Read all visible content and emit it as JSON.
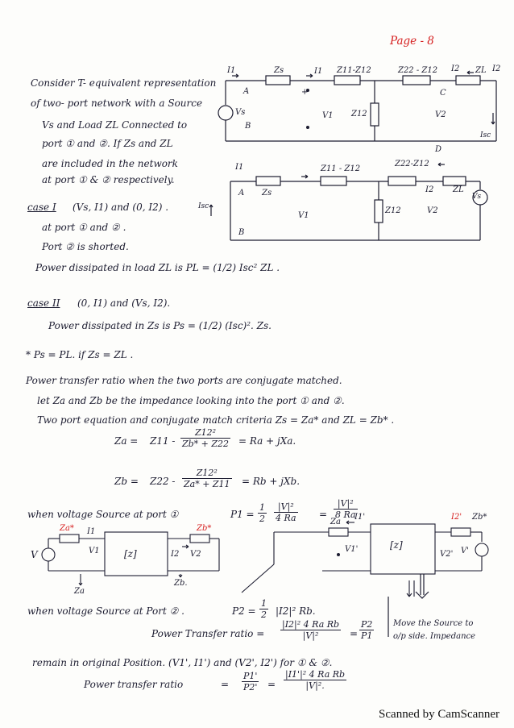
{
  "page_label": "Page - 8",
  "footer": "Scanned by CamScanner",
  "intro": {
    "l1": "Consider T- equivalent representation",
    "l2": "of two- port network with a Source",
    "l3": "Vs and Load ZL Connected to",
    "l4": "port ① and ②. If Zs and ZL",
    "l5": "are included in the network",
    "l6": "at port ① & ② respectively."
  },
  "circuit1": {
    "I1": "I1",
    "Zs": "Zs",
    "I1b": "I1",
    "Z11mZ12": "Z11-Z12",
    "Z22mZ12": "Z22 - Z12",
    "I2": "I2",
    "ZL": "ZL",
    "I2b": "I2",
    "A": "A",
    "Vs": "Vs",
    "B": "B",
    "V1": "V1",
    "Z12": "Z12",
    "V2": "V2",
    "C": "C",
    "D": "D",
    "Isc": "Isc",
    "plus": "+"
  },
  "circuit2": {
    "I1": "I1",
    "A": "A",
    "Zs": "Zs",
    "Z11mZ12": "Z11 - Z12",
    "Z22mZ12": "Z22-Z12",
    "I2": "I2",
    "ZL": "ZL",
    "Z12": "Z12",
    "V1": "V1",
    "V2": "V2",
    "B": "B",
    "Vs": "Vs",
    "Isc": "Isc"
  },
  "case1": {
    "label": "case I",
    "text": "(Vs, I1) and (0, I2) .",
    "text2": "at port ① and ② .",
    "text3": "Port ② is shorted.",
    "power": "Power dissipated in load ZL is PL = (1/2) Isc² ZL ."
  },
  "case2": {
    "label": "case II",
    "text": "(0, I1) and (Vs, I2).",
    "power": "Power dissipated in Zs is Ps = (1/2) (Isc)². Zs."
  },
  "star": "* Ps = PL. if Zs = ZL .",
  "transfer": {
    "l1": "Power transfer ratio when the two ports are conjugate matched.",
    "l2": "let Za and Zb be the impedance looking into the port ① and ②.",
    "l3": "Two port equation and conjugate match criteria Zs = Za* and ZL = Zb* ."
  },
  "eq_za": {
    "lhs": "Za =",
    "t1": "Z11 -",
    "num": "Z12²",
    "den": "Zb* + Z22",
    "rhs": "= Ra + jXa."
  },
  "eq_zb": {
    "lhs": "Zb =",
    "t1": "Z22 -",
    "num": "Z12²",
    "den": "Za* + Z11",
    "rhs": "= Rb + jXb."
  },
  "voltage1": {
    "text": "when voltage Source at port ①",
    "p1": "P1 =",
    "f1_num": "1",
    "f1_den": "2",
    "f2_num": "|V|²",
    "f2_den": "4 Ra",
    "eq": "=",
    "f3_num": "|V|²",
    "f3_den": "8 Ra"
  },
  "small_left": {
    "Za_star": "Za*",
    "I1": "I1",
    "V": "V",
    "V1": "V1",
    "box": "[z]",
    "I2": "I2",
    "V2": "V2",
    "Zb_star": "Zb*",
    "Za": "Za",
    "Zb": "Zb."
  },
  "small_right": {
    "Za": "Za",
    "I1": "I1'",
    "V1": "V1'",
    "box": "[z]",
    "I2": "I2'",
    "Zb": "Zb*",
    "V": "V'",
    "V2": "V2'"
  },
  "voltage2": {
    "text": "when voltage Source at Port ② .",
    "p2": "P2 =",
    "p2_num": "1",
    "p2_den": "2",
    "p2_rest": "|I2|² Rb.",
    "ratio": "Power Transfer ratio =",
    "r_num": "|I2|² 4 Ra Rb",
    "r_den": "|V|²",
    "eq": "=",
    "pr_num": "P2",
    "pr_den": "P1",
    "note1": "Move the Source to",
    "note2": "o/p side. Impedance"
  },
  "remain": {
    "text": "remain in original Position. (V1', I1') and (V2', I2') for ① & ②.",
    "ratio": "Power transfer ratio",
    "eq": "=",
    "n1": "P1'",
    "d1": "P2'",
    "eq2": "=",
    "n2": "|I1'|² 4 Ra Rb",
    "d2": "|V|²."
  }
}
